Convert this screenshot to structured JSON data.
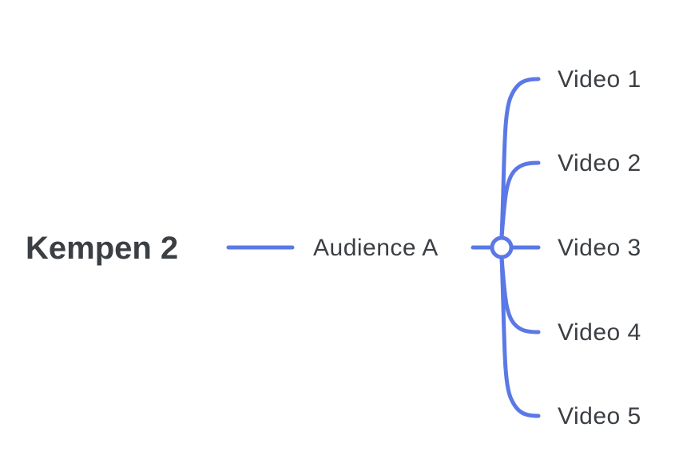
{
  "mindmap": {
    "root": "Kempen 2",
    "branch": "Audience A",
    "leaves": [
      "Video 1",
      "Video 2",
      "Video 3",
      "Video 4",
      "Video 5"
    ]
  },
  "colors": {
    "line": "#5b79e6",
    "text": "#3b3f44",
    "background": "#ffffff"
  }
}
